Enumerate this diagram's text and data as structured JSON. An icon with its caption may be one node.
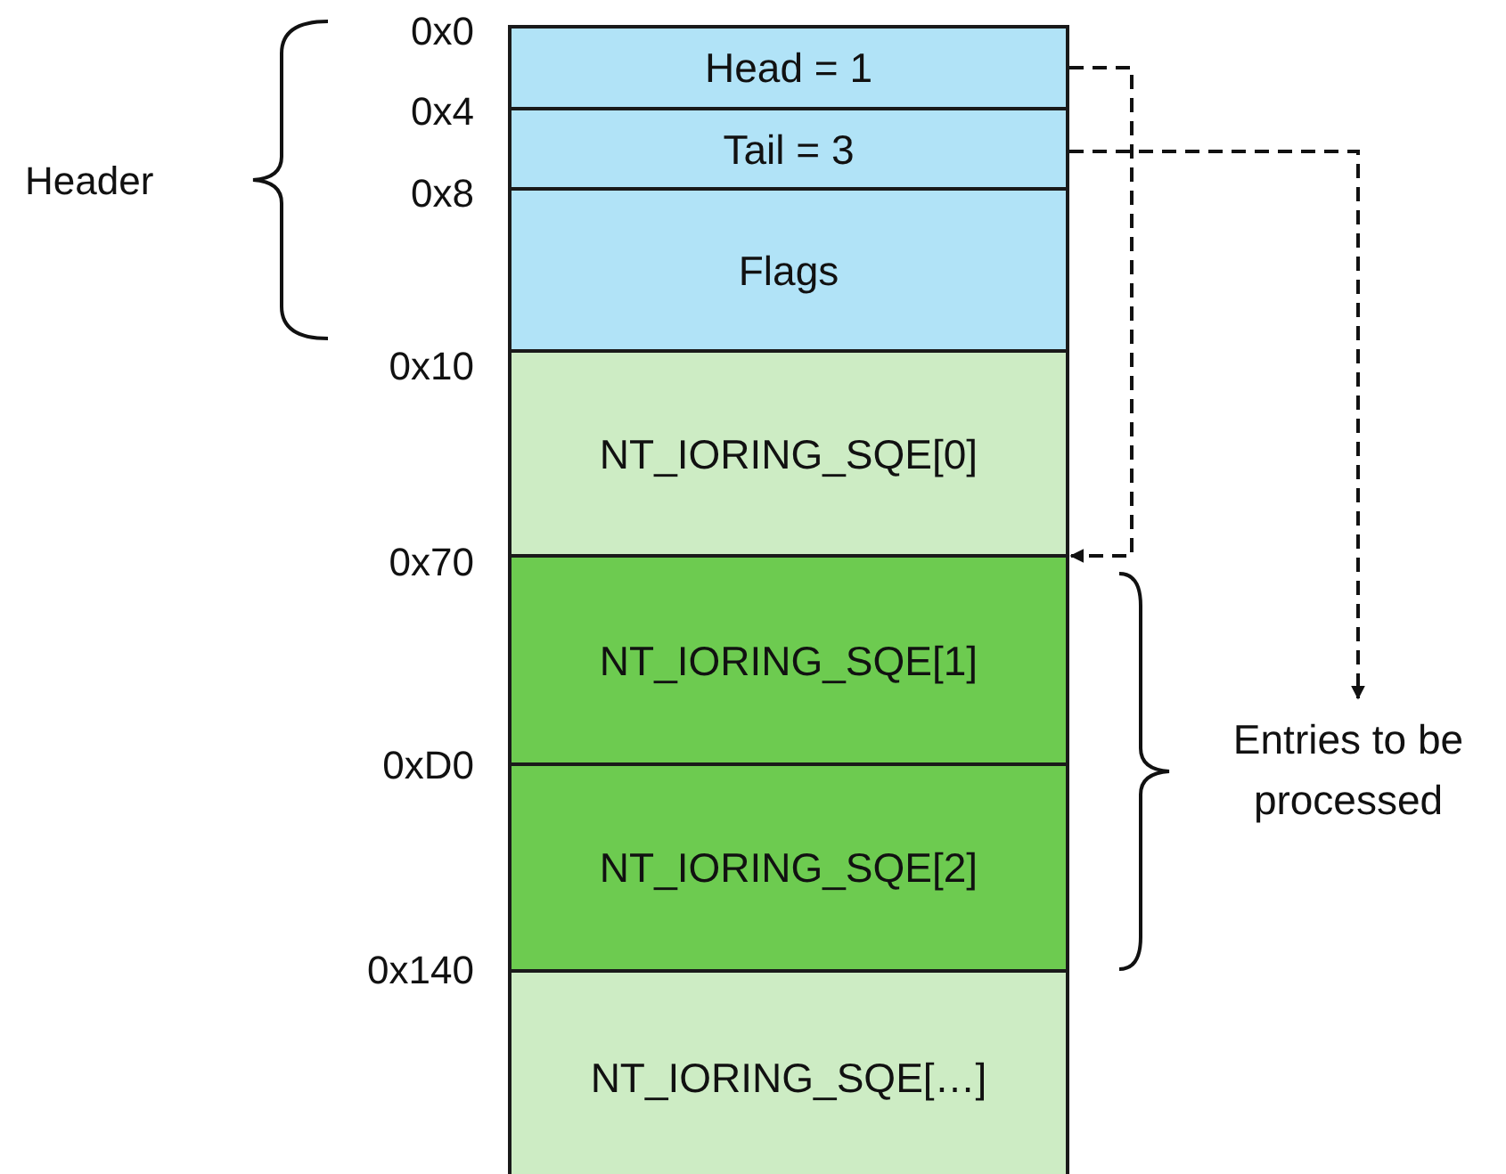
{
  "diagram": {
    "nodes": [
      {
        "text": [
          "Head = 1"
        ]
      },
      {
        "text": [
          "Tail = 3"
        ]
      },
      {
        "text": [
          "Flags"
        ]
      },
      {
        "text": [
          "NT_IORING_SQE[0]"
        ]
      },
      {
        "text": [
          "NT_IORING_SQE[1]"
        ]
      },
      {
        "text": [
          "NT_IORING_SQE[2]"
        ]
      },
      {
        "text": [
          "NT_IORING_SQE[…]"
        ]
      },
      {
        "text": [
          "Entries to be processed"
        ]
      }
    ],
    "edges": [
      {
        "from": 0,
        "to": 4,
        "arrow": "to",
        "style": "dashed"
      },
      {
        "from": 1,
        "to": 7,
        "arrow": "to",
        "style": "dashed"
      }
    ],
    "labels": [
      "0x0",
      "Header",
      "0x4",
      "0x8",
      "0x10",
      "0x70",
      "0xD0",
      "0x140"
    ]
  }
}
